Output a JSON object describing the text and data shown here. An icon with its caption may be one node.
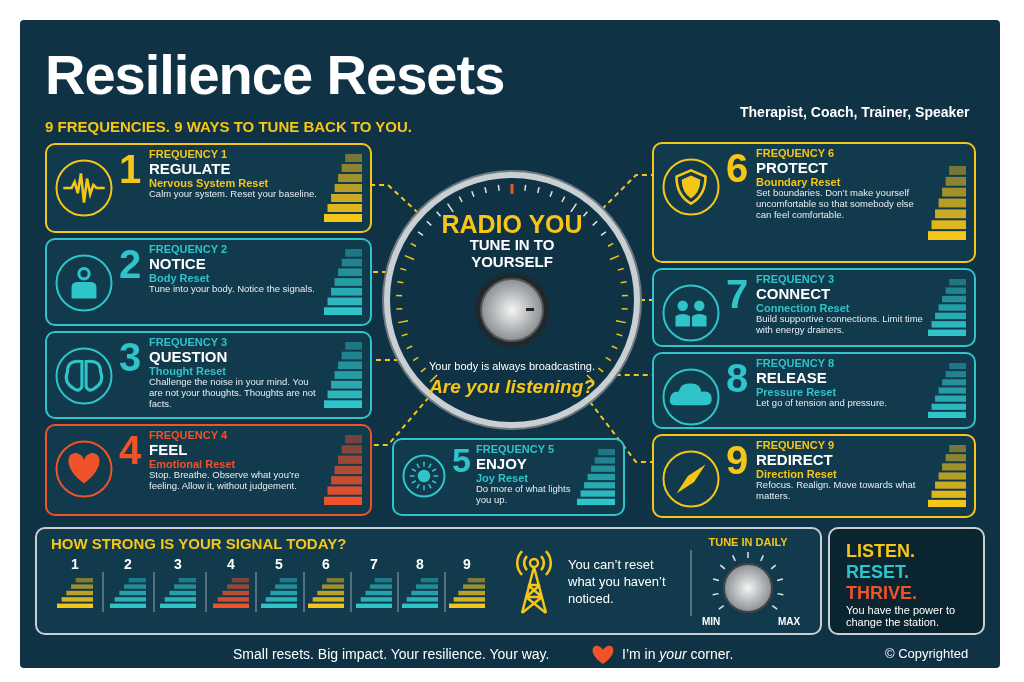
{
  "diagram": {
    "title": "Resilience Resets",
    "nodes": [
      {
        "text": [
          "RADIO YOU",
          "TUNE IN TO YOURSELF",
          "Your body is always broadcasting.",
          "Are you listening?"
        ]
      },
      {
        "text": [
          "1",
          "FREQUENCY 1",
          "REGULATE",
          "Nervous System Reset",
          "Calm your system. Reset your baseline."
        ]
      },
      {
        "text": [
          "2",
          "FREQUENCY 2",
          "NOTICE",
          "Body Reset",
          "Tune into your body. Notice the signals."
        ]
      },
      {
        "text": [
          "3",
          "FREQUENCY 3",
          "QUESTION",
          "Thought Reset",
          "Challenge the noise in your mind. You are not your thoughts. Thoughts are not facts."
        ]
      },
      {
        "text": [
          "4",
          "FREQUENCY 4",
          "FEEL",
          "Emotional Reset",
          "Stop. Breathe. Observe what you’re feeling. Allow it, without judgement."
        ]
      },
      {
        "text": [
          "5",
          "FREQUENCY 5",
          "ENJOY",
          "Joy Reset",
          "Do more of what lights you up."
        ]
      },
      {
        "text": [
          "6",
          "FREQUENCY 6",
          "PROTECT",
          "Boundary Reset",
          "Set boundaries. Don’t make yourself uncomfortable so that somebody else can feel comfortable."
        ]
      },
      {
        "text": [
          "7",
          "FREQUENCY 3",
          "CONNECT",
          "Connection Reset",
          "Build supportive connections. Limit time with energy drainers."
        ]
      },
      {
        "text": [
          "8",
          "FREQUENCY 8",
          "RELEASE",
          "Pressure Reset",
          "Let go of tension and pressure."
        ]
      },
      {
        "text": [
          "9",
          "FREQUENCY 9",
          "REDIRECT",
          "Direction Reset",
          "Refocus. Realign. Move towards what matters."
        ]
      },
      {
        "text": [
          "HOW STRONG IS YOUR SIGNAL TODAY?"
        ]
      },
      {
        "text": [
          "LISTEN.",
          "RESET.",
          "THRIVE.",
          "You have the power to change the station."
        ]
      }
    ],
    "edges": [
      {
        "from": 0,
        "to": 1,
        "arrow": "none",
        "style": "dashed"
      },
      {
        "from": 0,
        "to": 2,
        "arrow": "none",
        "style": "dashed"
      },
      {
        "from": 0,
        "to": 3,
        "arrow": "none",
        "style": "dashed"
      },
      {
        "from": 0,
        "to": 4,
        "arrow": "none",
        "style": "dashed"
      },
      {
        "from": 0,
        "to": 6,
        "arrow": "none",
        "style": "dashed"
      },
      {
        "from": 0,
        "to": 7,
        "arrow": "none",
        "style": "dashed"
      },
      {
        "from": 0,
        "to": 8,
        "arrow": "none",
        "style": "dashed"
      },
      {
        "from": 0,
        "to": 9,
        "arrow": "none",
        "style": "dashed"
      }
    ],
    "labels": [
      "Therapist, Coach, Trainer, Speaker",
      "9 FREQUENCIES. 9 WAYS TO TUNE BACK TO YOU.",
      "1",
      "2",
      "3",
      "4",
      "5",
      "6",
      "7",
      "8",
      "9",
      "You can’t reset what you haven’t noticed.",
      "TUNE IN DAILY",
      "MIN",
      "MAX",
      "Small resets. Big impact. Your resilience. Your way.",
      "I’m in *your* corner.",
      "© Copyrighted"
    ]
  }
}
